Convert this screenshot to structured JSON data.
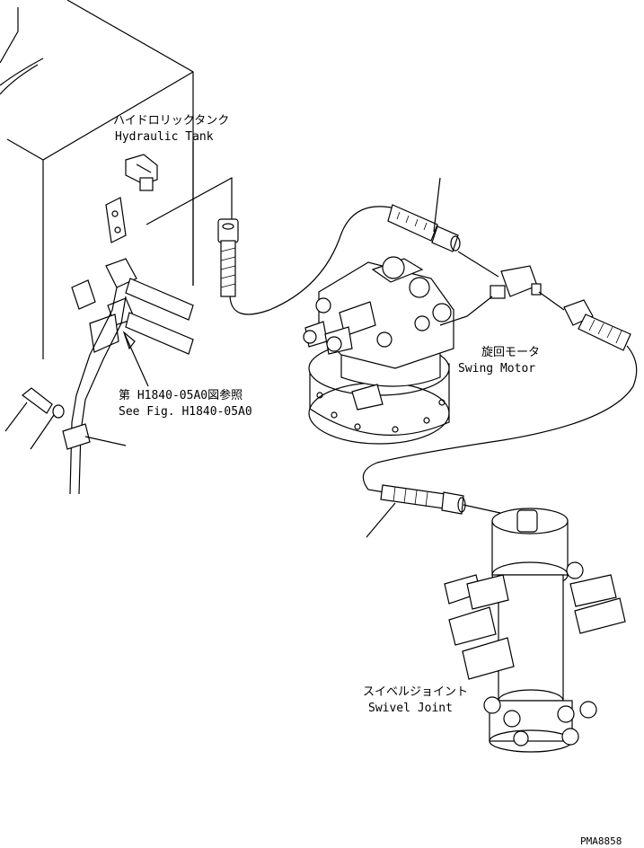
{
  "labels": {
    "hydraulic_tank_jp": "ハイドロリックタンク",
    "hydraulic_tank_en": "Hydraulic Tank",
    "reference_jp": "第 H1840-05A0図参照",
    "reference_en": "See Fig. H1840-05A0",
    "swing_motor_jp": "旋回モータ",
    "swing_motor_en": "Swing Motor",
    "swivel_joint_jp": "スイベルジョイント",
    "swivel_joint_en": "Swivel Joint",
    "drawing_number": "PMA8858"
  },
  "colors": {
    "line": "#000000",
    "background": "#ffffff"
  }
}
